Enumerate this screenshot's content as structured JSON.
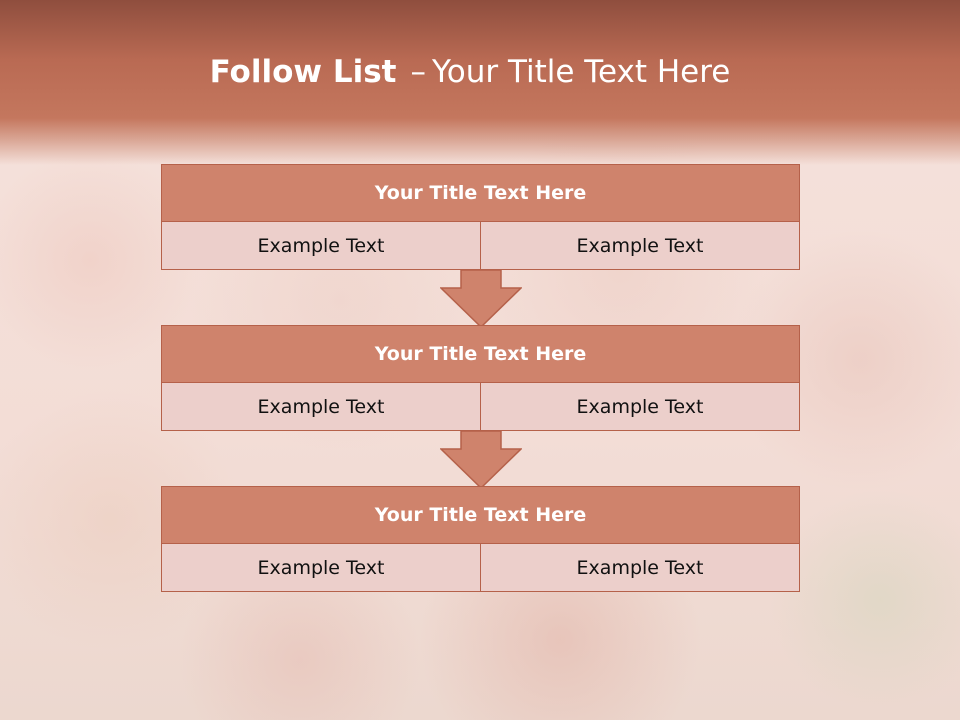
{
  "slide": {
    "title_bold": "Follow List",
    "title_dash": "–",
    "title_rest": "Your Title Text Here"
  },
  "steps": [
    {
      "title": "Your Title Text Here",
      "left": "Example Text",
      "right": "Example Text"
    },
    {
      "title": "Your Title Text Here",
      "left": "Example Text",
      "right": "Example Text"
    },
    {
      "title": "Your Title Text Here",
      "left": "Example Text",
      "right": "Example Text"
    }
  ],
  "colors": {
    "header_band": "#c4775e",
    "box_header": "#cf836c",
    "box_body": "#eccfcb",
    "border": "#b5614a",
    "arrow_fill": "#cf836c"
  }
}
